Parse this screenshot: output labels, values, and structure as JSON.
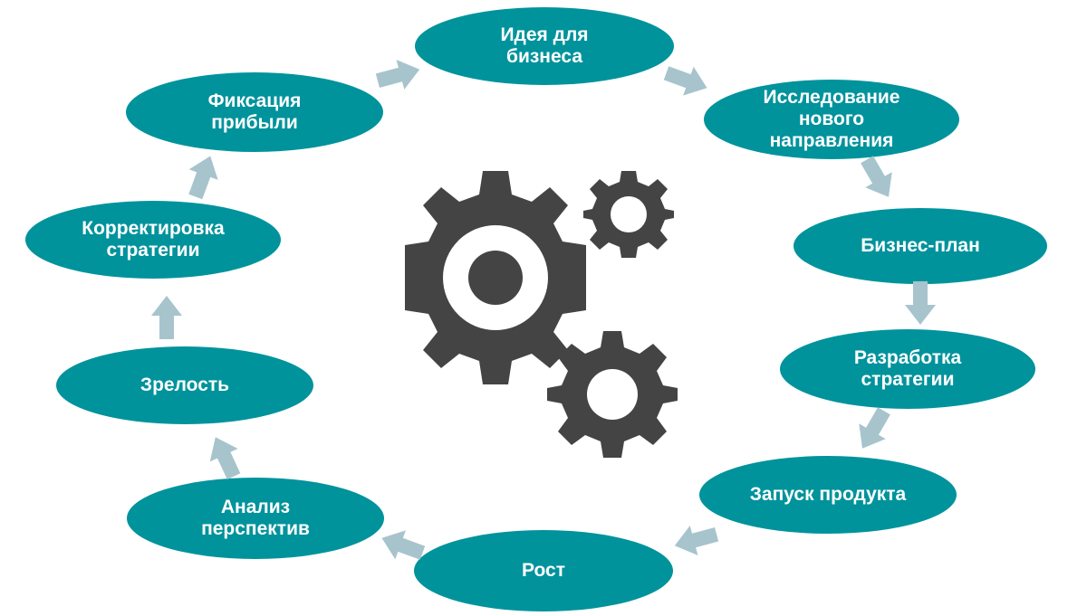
{
  "stages": [
    {
      "id": "s1",
      "label": "Идея для\nбизнеса"
    },
    {
      "id": "s2",
      "label": "Исследование\nнового\nнаправления"
    },
    {
      "id": "s3",
      "label": "Бизнес-план"
    },
    {
      "id": "s4",
      "label": "Разработка\nстратегии"
    },
    {
      "id": "s5",
      "label": "Запуск продукта"
    },
    {
      "id": "s6",
      "label": "Рост"
    },
    {
      "id": "s7",
      "label": "Анализ\nперспектив"
    },
    {
      "id": "s8",
      "label": "Зрелость"
    },
    {
      "id": "s9",
      "label": "Корректировка\nстратегии"
    },
    {
      "id": "s10",
      "label": "Фиксация\nприбыли"
    }
  ],
  "colors": {
    "stage_fill": "#00939c",
    "stage_text": "#ffffff",
    "arrow": "#a7c4cd",
    "gear": "#444444"
  },
  "center_icon": "gears-icon"
}
